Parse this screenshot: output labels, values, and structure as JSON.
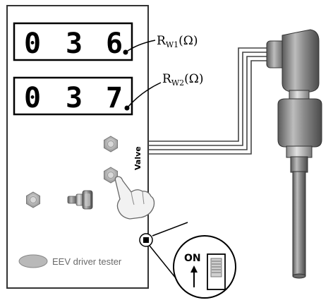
{
  "displays": [
    {
      "digits": [
        "0",
        "3",
        "6"
      ],
      "label_main": "R",
      "label_sub": "W1",
      "label_unit": "(Ω)"
    },
    {
      "digits": [
        "0",
        "3",
        "7"
      ],
      "label_main": "R",
      "label_sub": "W2",
      "label_unit": "(Ω)"
    }
  ],
  "valve_label": "Valve",
  "device_label": "EEV driver tester",
  "switch_label": "ON",
  "colors": {
    "panel_border": "#333333",
    "led": "#b9b9b9",
    "valve_body": "#8c8c8c",
    "wire": "#444444"
  }
}
